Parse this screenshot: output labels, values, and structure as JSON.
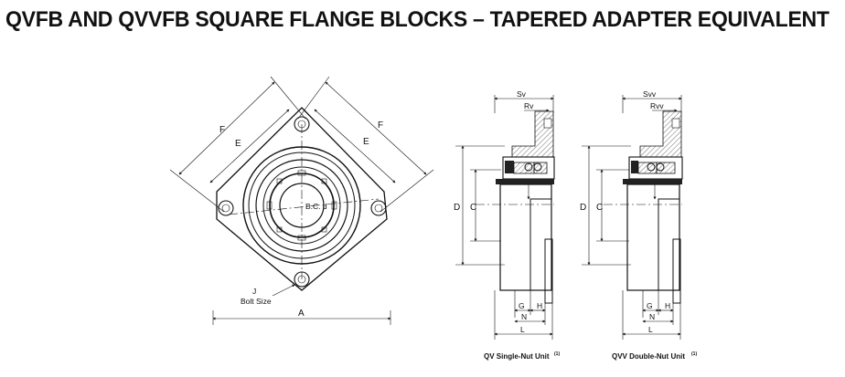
{
  "title": "QVFB AND QVVFB SQUARE FLANGE BLOCKS – TAPERED ADAPTER EQUIVALENT",
  "front_view": {
    "labels": {
      "F_left": "F",
      "E_left": "E",
      "F_right": "F",
      "E_right": "E",
      "bc": "B.C. d",
      "J": "J",
      "bolt_size": "Bolt Size",
      "A": "A"
    }
  },
  "single_nut": {
    "labels": {
      "S": "Sv",
      "R": "Rv",
      "D": "D",
      "C": "C",
      "G": "G",
      "H": "H",
      "N": "N",
      "L": "L"
    },
    "caption": "QV Single-Nut Unit",
    "caption_note": "(1)"
  },
  "double_nut": {
    "labels": {
      "S": "Svv",
      "R": "Rvv",
      "D": "D",
      "C": "C",
      "G": "G",
      "H": "H",
      "N": "N",
      "L": "L"
    },
    "caption": "QVV Double-Nut Unit",
    "caption_note": "(1)"
  }
}
